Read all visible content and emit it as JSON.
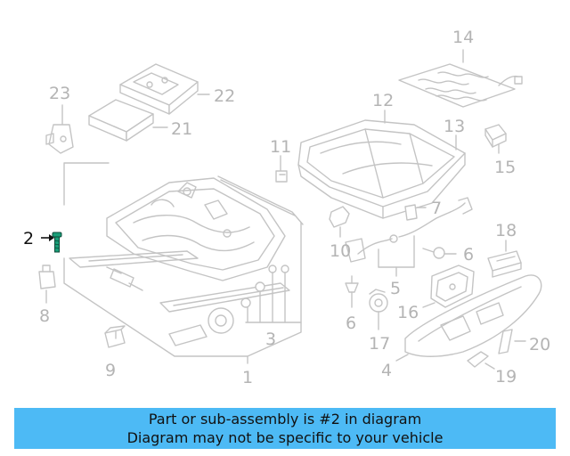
{
  "diagram": {
    "callouts": [
      "1",
      "2",
      "3",
      "4",
      "5",
      "6",
      "6",
      "7",
      "8",
      "9",
      "10",
      "11",
      "12",
      "13",
      "14",
      "15",
      "16",
      "17",
      "18",
      "19",
      "20",
      "21",
      "22",
      "23"
    ],
    "highlighted": "2",
    "highlight_color": "#1a9e78"
  },
  "banner": {
    "line1": "Part or sub-assembly is #2 in diagram",
    "line2": "Diagram may not be specific to your vehicle",
    "background": "#4dbaf5"
  }
}
